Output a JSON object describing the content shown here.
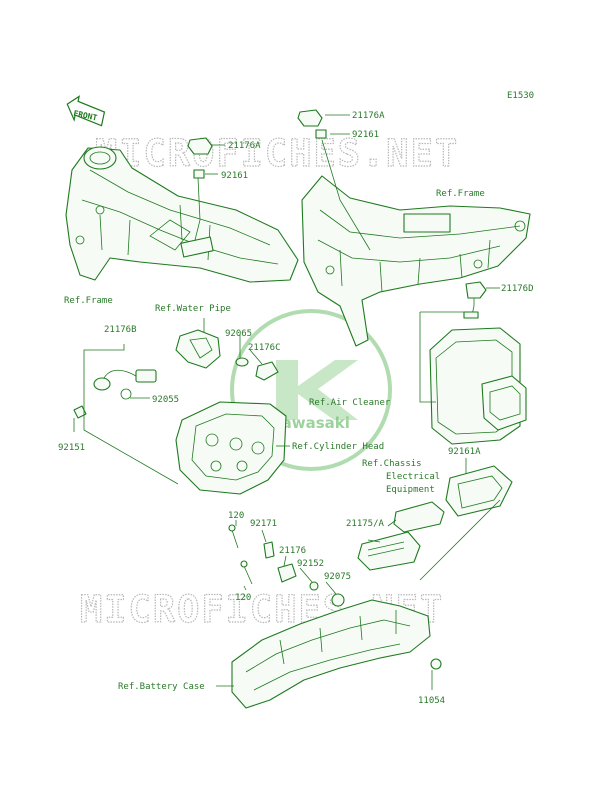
{
  "diagram_code": "E1530",
  "front_arrow": "FRONT",
  "watermark": "MICROFICHES.NET",
  "logo_text": "Kawasaki",
  "labels": {
    "p21176A_top": "21176A",
    "p92161_top": "92161",
    "p21176A_left": "21176A",
    "p92161_left": "92161",
    "ref_frame_right": "Ref.Frame",
    "p21176D": "21176D",
    "ref_frame_left": "Ref.Frame",
    "ref_water_pipe": "Ref.Water Pipe",
    "p21176B": "21176B",
    "p92065": "92065",
    "p21176C": "21176C",
    "p92055": "92055",
    "ref_air_cleaner": "Ref.Air Cleaner",
    "p92151": "92151",
    "ref_cylinder_head": "Ref.Cylinder Head",
    "ref_chassis_1": "Ref.Chassis",
    "ref_chassis_2": "Electrical",
    "ref_chassis_3": "Equipment",
    "p92161A": "92161A",
    "p120_top": "120",
    "p92171": "92171",
    "p21175A": "21175/A",
    "p21176": "21176",
    "p92152": "92152",
    "p92075": "92075",
    "p120_bottom": "120",
    "ref_battery_case": "Ref.Battery Case",
    "p11054": "11054"
  },
  "colors": {
    "line": "#1f7a1f",
    "label": "#2a7a2a",
    "watermark": "#b8b8b8",
    "logo": "#7cc47c"
  }
}
